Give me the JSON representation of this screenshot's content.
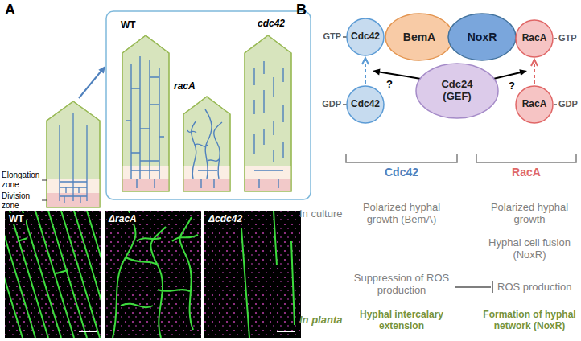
{
  "diagram": {
    "nodes": [
      {
        "text": [
          "Cdc42"
        ]
      },
      {
        "text": [
          "BemA"
        ]
      },
      {
        "text": [
          "NoxR"
        ]
      },
      {
        "text": [
          "RacA"
        ]
      },
      {
        "text": [
          "Cdc24 (GEF)"
        ]
      },
      {
        "text": [
          "Cdc42"
        ]
      },
      {
        "text": [
          "RacA"
        ]
      }
    ],
    "edges": [
      {
        "from": 5,
        "to": 0,
        "arrow": "to"
      },
      {
        "from": 6,
        "to": 3,
        "arrow": "to"
      }
    ],
    "labels": [
      "A",
      "Elongation zone",
      "Division zone",
      "WT",
      "racA",
      "cdc42",
      "WT",
      "ΔracA",
      "Δcdc42",
      "B",
      "GTP",
      "GTP",
      "GDP",
      "GDP",
      "?",
      "?",
      "Cdc42",
      "RacA",
      "In culture",
      "Polarized hyphal growth (BemA)",
      "Polarized hyphal growth",
      "Hyphal cell fusion (NoxR)",
      "Suppression of ROS production",
      "ROS production",
      "In planta",
      "Hyphal intercalary extension",
      "Formation of hyphal network (NoxR)"
    ]
  }
}
